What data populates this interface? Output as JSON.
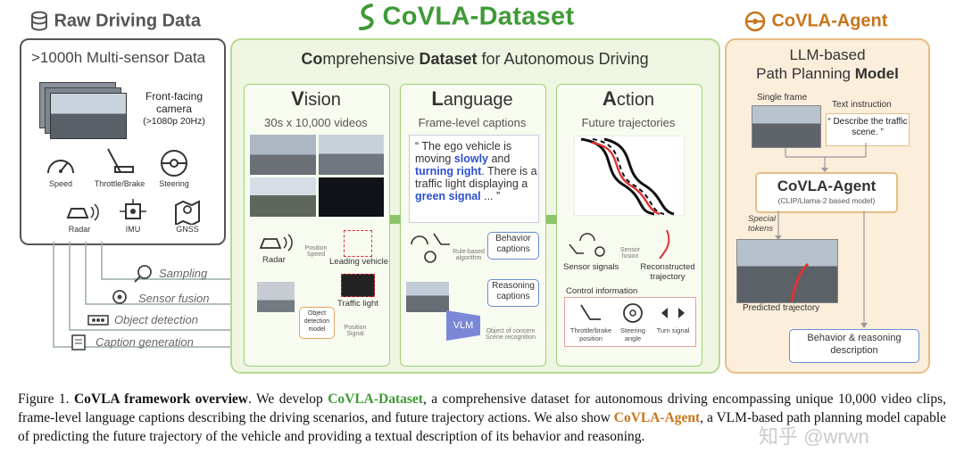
{
  "raw": {
    "title": "Raw Driving Data",
    "subtitle": ">1000h Multi-sensor Data",
    "camera_label": "Front-facing camera",
    "camera_spec": "(>1080p 20Hz)",
    "sensors": [
      "Speed",
      "Throttle/Brake",
      "Steering",
      "Radar",
      "IMU",
      "GNSS"
    ],
    "processes": [
      "Sampling",
      "Sensor fusion",
      "Object detection",
      "Caption generation"
    ]
  },
  "dataset": {
    "title": "CoVLA-Dataset",
    "subtitle_parts": [
      "Co",
      "mprehensive ",
      "Dataset",
      " for Autonomous Driving"
    ],
    "vision": {
      "head_initial": "V",
      "head_rest": "ision",
      "sub": "30s x 10,000 videos",
      "radar": "Radar",
      "pos_speed": "Position Speed",
      "leading": "Leading vehicle",
      "obj_model": "Object detection model",
      "pos_signal": "Position Signal",
      "traffic": "Traffic light"
    },
    "language": {
      "head_initial": "L",
      "head_rest": "anguage",
      "sub": "Frame-level captions",
      "quote_parts": [
        "“ The ego vehicle is moving ",
        "slowly",
        " and ",
        "turning right",
        ". There is a traffic light displaying a ",
        "green signal",
        " ... ”"
      ],
      "rule_algo": "Rule-based algorithm",
      "behavior_captions": "Behavior captions",
      "reasoning_captions": "Reasoning captions",
      "vlm": "VLM",
      "obj_scene": "Object of concern Scene recognition"
    },
    "action": {
      "head_initial": "A",
      "head_rest": "ction",
      "sub": "Future trajectories",
      "sensor_signals": "Sensor signals",
      "sensor_fusion": "Sensor fusion",
      "reconstructed": "Reconstructed trajectory",
      "control_title": "Control information",
      "controls": [
        "Throttle/brake position",
        "Steering angle",
        "Turn signal"
      ]
    }
  },
  "agent": {
    "title": "CoVLA-Agent",
    "llm_line1": "LLM-based",
    "llm_line2a": "Path Planning ",
    "llm_line2b": "Model",
    "single_frame": "Single frame",
    "text_instruction": "Text instruction",
    "instruction": "“ Describe the traffic scene. ”",
    "box_title": "CoVLA-Agent",
    "box_sub": "(CLIP/Llama-2 based model)",
    "special_tokens": "Special tokens",
    "predicted": "Predicted trajectory",
    "output": "Behavior & reasoning description"
  },
  "caption": {
    "fig": "Figure 1.",
    "bold1": "CoVLA framework overview",
    "t1": ". We develop ",
    "ds": "CoVLA-Dataset",
    "t2": ", a comprehensive dataset for autonomous driving encompassing unique 10,000 video clips, frame-level language captions describing the driving scenarios, and future trajectory actions. We also show ",
    "ag": "CoVLA-Agent",
    "t3": ", a VLM-based path planning model capable of predicting the future trajectory of the vehicle and providing a textual description of its behavior and reasoning."
  },
  "watermark": "知乎 @wrwn",
  "colors": {
    "green": "#3f9a36",
    "orange": "#c8741b",
    "blue": "#2c4fd0",
    "red": "#d33"
  }
}
